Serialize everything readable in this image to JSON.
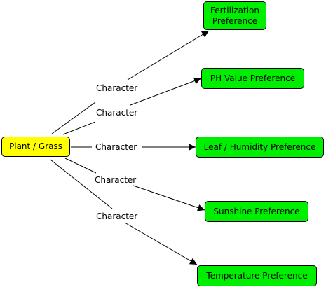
{
  "diagram": {
    "source": {
      "label": "Plant / Grass"
    },
    "targets": [
      {
        "label": "Fertilization\nPreference"
      },
      {
        "label": "PH Value Preference"
      },
      {
        "label": "Leaf / Humidity Preference"
      },
      {
        "label": "Sunshine Preference"
      },
      {
        "label": "Temperature Preference"
      }
    ],
    "edge_label": "Character",
    "colors": {
      "source_fill": "#ffff00",
      "target_fill": "#00ee00",
      "stroke": "#000000"
    }
  }
}
